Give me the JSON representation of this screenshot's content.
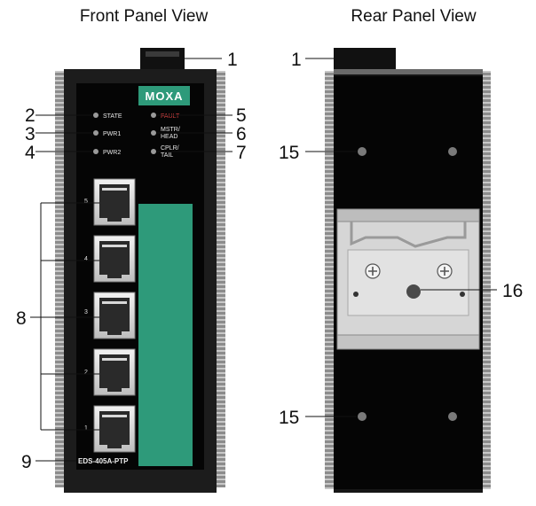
{
  "titles": {
    "front": "Front Panel View",
    "rear": "Rear Panel View"
  },
  "brand": "MOXA",
  "model": "EDS-405A-PTP",
  "leds": {
    "state": "STATE",
    "pwr1": "PWR1",
    "pwr2": "PWR2",
    "fault": "FAULT",
    "mstr_line1": "MSTR/",
    "mstr_line2": "HEAD",
    "cplr_line1": "CPLR/",
    "cplr_line2": "TAIL"
  },
  "ports": [
    "5",
    "4",
    "3",
    "2",
    "1"
  ],
  "callouts": {
    "c1_front": "1",
    "c2": "2",
    "c3": "3",
    "c4": "4",
    "c5": "5",
    "c6": "6",
    "c7": "7",
    "c8": "8",
    "c9": "9",
    "c1_rear": "1",
    "c15_top": "15",
    "c15_bottom": "15",
    "c16": "16"
  },
  "colors": {
    "panel": "#0a0a0a",
    "fin": "#9a9a9a",
    "accent": "#2e9a7a",
    "led_label": "#e8e8e8",
    "fault_label": "#d94040",
    "din_rail": "#d6d6d6"
  }
}
